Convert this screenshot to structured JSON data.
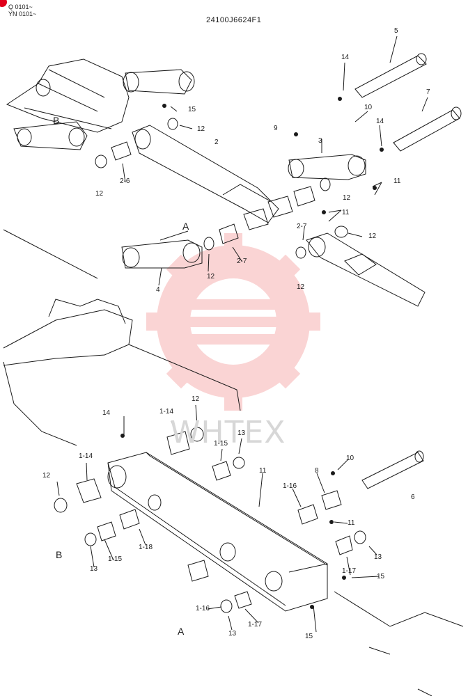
{
  "header": {
    "serial_1": "Q 0101~",
    "serial_2": "YN 0101~",
    "drawing_code": "24100J6624F1"
  },
  "watermark": {
    "text": "WHTEX"
  },
  "colors": {
    "line": "#1a1a1a",
    "watermark": "#f4a0a0",
    "marker": "#e0001b"
  },
  "callouts": [
    "5",
    "14",
    "10",
    "15",
    "12",
    "7",
    "9",
    "14",
    "B",
    "3",
    "2",
    "12",
    "11",
    "2-6",
    "12",
    "11",
    "12",
    "A",
    "2-7",
    "12",
    "12",
    "2-7",
    "4",
    "12",
    "12",
    "14",
    "1-14",
    "13",
    "1-15",
    "10",
    "1-14",
    "11",
    "8",
    "12",
    "1-16",
    "6",
    "11",
    "B",
    "1-15",
    "1-18",
    "13",
    "13",
    "1-17",
    "15",
    "1-16",
    "1-17",
    "A",
    "13",
    "15"
  ]
}
